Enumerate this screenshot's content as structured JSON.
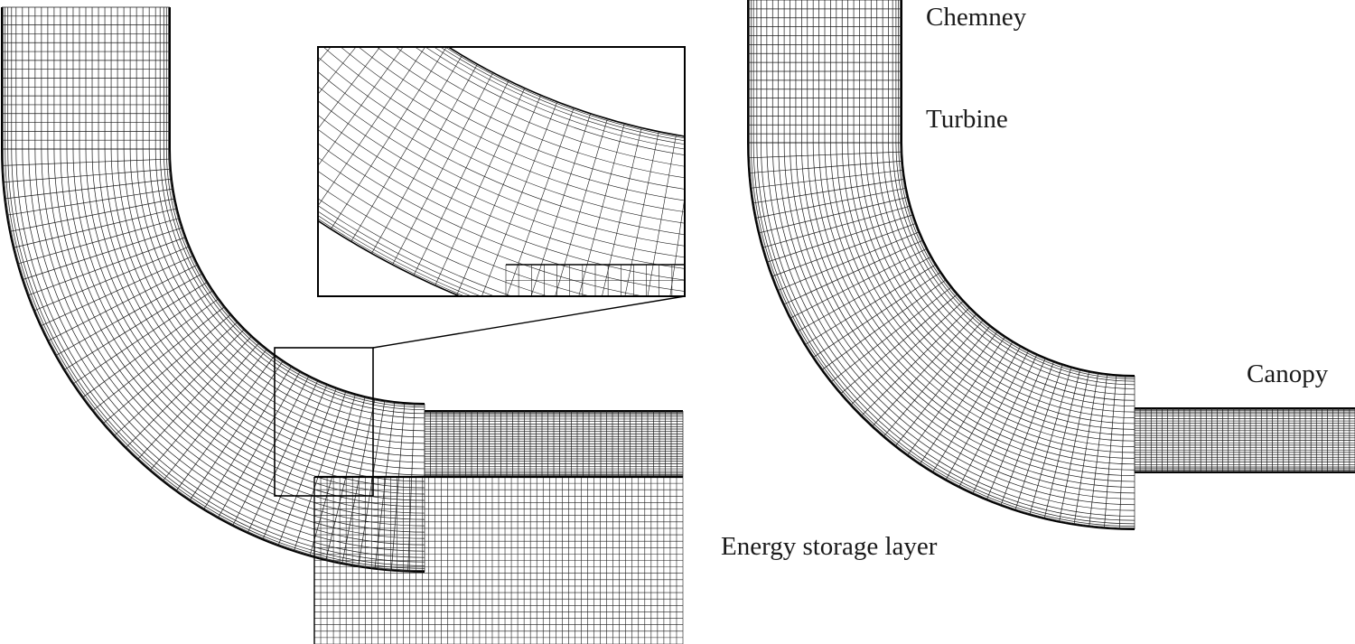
{
  "labels": {
    "chimney": "Chemney",
    "turbine": "Turbine",
    "canopy": "Canopy",
    "storage": "Energy storage layer"
  },
  "colors": {
    "mesh": "#1a1a1a",
    "boundary": "#000000",
    "background": "#ffffff"
  }
}
